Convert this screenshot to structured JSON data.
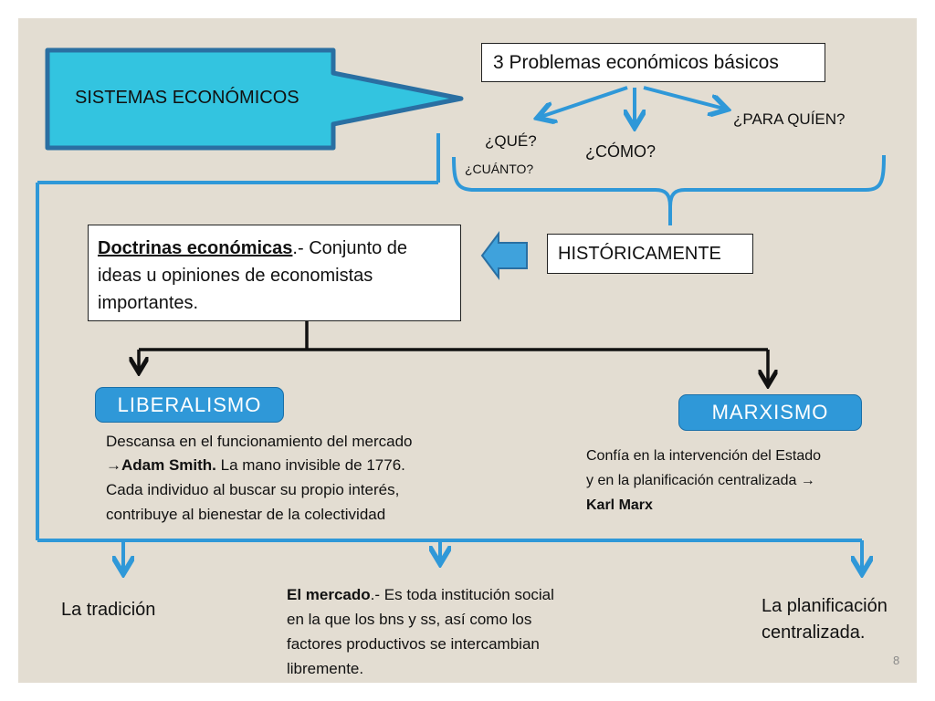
{
  "main_title": "SISTEMAS ECONÓMICOS",
  "problems_box": "3 Problemas económicos básicos",
  "questions": {
    "que": "¿QUÉ?",
    "cuanto": "¿CUÁNTO?",
    "como": "¿CÓMO?",
    "para_quien": "¿PARA QUÍEN?"
  },
  "historically": "HISTÓRICAMENTE",
  "doctrines": {
    "term": "Doctrinas económicas",
    "rest_line1": ".- Conjunto de",
    "line2": "ideas u opiniones de economistas",
    "line3": "importantes."
  },
  "liberalismo": {
    "label": "LIBERALISMO",
    "line1": "Descansa en el funcionamiento del mercado",
    "line2_arrow": "→",
    "line2_bold": "Adam Smith.",
    "line2_rest": " La mano invisible de 1776.",
    "line3": "Cada individuo al buscar su propio interés,",
    "line4": "contribuye al bienestar de la colectividad"
  },
  "marxismo": {
    "label": "MARXISMO",
    "line1": "Confía en la intervención del Estado",
    "line2": "y en la planificación centralizada →",
    "line3_bold": "Karl Marx"
  },
  "bottom": {
    "tradicion": "La tradición",
    "mercado_term": "El mercado",
    "mercado_line1_rest": ".- Es toda institución social",
    "mercado_line2": "en la que los bns y ss, así como los",
    "mercado_line3": "factores productivos se intercambian",
    "mercado_line4": "libremente.",
    "planificacion_line1": "La planificación",
    "planificacion_line2": "centralizada."
  },
  "page_number": "8",
  "colors": {
    "accent_blue": "#2f98d8",
    "cyan_fill": "#33c4e0",
    "background": "#e3ddd2"
  }
}
